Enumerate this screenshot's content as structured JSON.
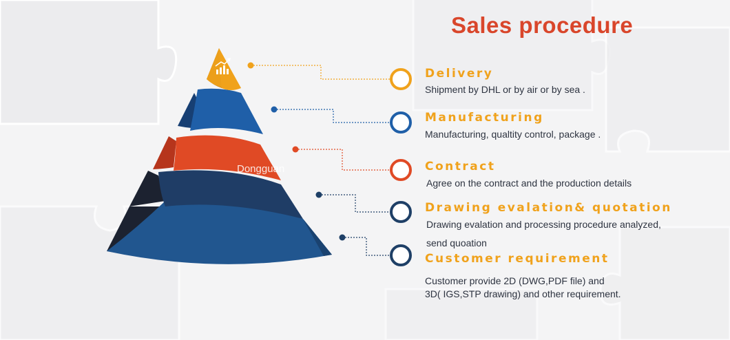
{
  "title": "Sales procedure",
  "watermark": "Dongguan",
  "colors": {
    "title": "#d9462b",
    "orange": "#f0a21c",
    "blue": "#1f5fa8",
    "red": "#e04a25",
    "navy": "#1e3f66",
    "dark": "#1f2b3f"
  },
  "steps": [
    {
      "title": "Delivery",
      "desc": [
        "Shipment by DHL or by air or by sea ."
      ],
      "ring_color": "#f0a21c"
    },
    {
      "title": "Manufacturing",
      "desc": [
        "Manufacturing, qualtity control, package ."
      ],
      "ring_color": "#1f5fa8"
    },
    {
      "title": "Contract",
      "desc": [
        "Agree on the contract and the production details"
      ],
      "ring_color": "#e04a25"
    },
    {
      "title": "Drawing evalation& quotation",
      "desc": [
        "Drawing evalation and processing procedure analyzed,",
        "send quoation"
      ],
      "ring_color": "#1e3f66"
    },
    {
      "title": "Customer requirement",
      "desc": [
        "Customer provide 2D (DWG,PDF file) and",
        "3D( IGS,STP drawing) and other requirement."
      ],
      "ring_color": "#1e3f66"
    }
  ],
  "icons": {
    "apex": "chart-growth-icon"
  }
}
